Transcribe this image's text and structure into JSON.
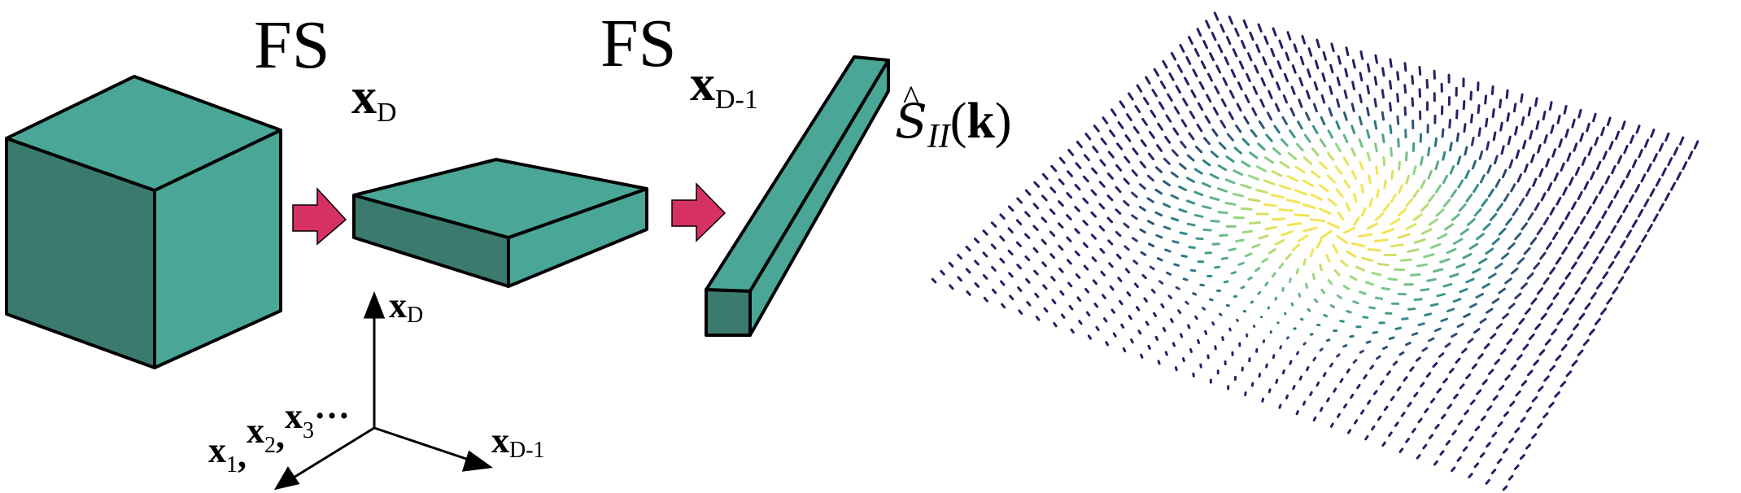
{
  "diagram": {
    "step1": {
      "fs": "FS",
      "var": "x",
      "sub": "D"
    },
    "step2": {
      "fs": "FS",
      "var": "x",
      "sub": "D-1"
    },
    "result_label": {
      "S": "S",
      "sub": "II",
      "open": "(",
      "k": "k",
      "close": ")"
    },
    "axes": {
      "vertical": {
        "var": "x",
        "sub": "D"
      },
      "right": {
        "var": "x",
        "sub": "D-1"
      },
      "diagonal": {
        "v1": "x",
        "s1": "1",
        "v2": "x",
        "s2": "2",
        "v3": "x",
        "s3": "3",
        "ellipsis": "…"
      }
    },
    "colors": {
      "block_top": "#4aa697",
      "block_side": "#3b7a6e",
      "block_front": "#4aa697",
      "arrow": "#d63163",
      "spin_low": "#2d1a63",
      "spin_high": "#f1e556"
    }
  }
}
